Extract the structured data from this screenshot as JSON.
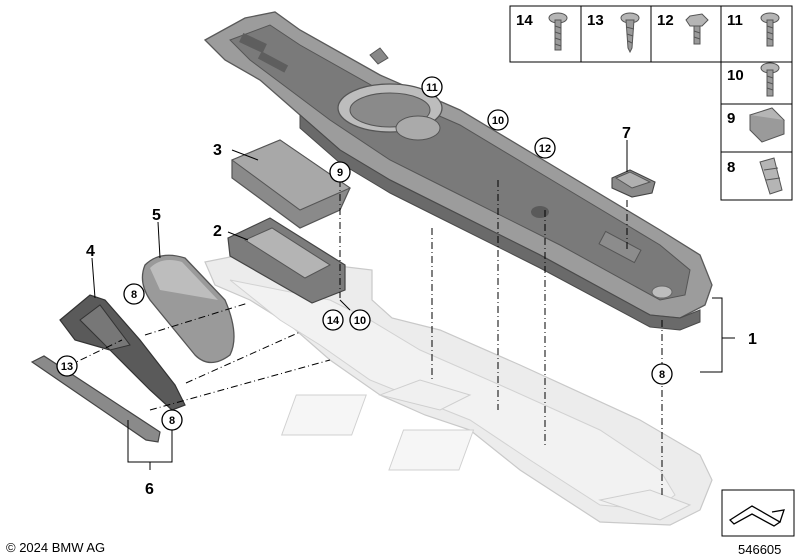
{
  "callouts": [
    "1",
    "2",
    "3",
    "4",
    "5",
    "6",
    "7"
  ],
  "circled_refs": {
    "a": "11",
    "b": "10",
    "c": "12",
    "d": "9",
    "e": "8",
    "f": "14",
    "g": "10",
    "h": "13",
    "i": "8",
    "j": "8"
  },
  "fastener_grid": [
    "14",
    "13",
    "12",
    "11",
    "10",
    "9",
    "8"
  ],
  "footer": {
    "copyright": "© 2024 BMW AG",
    "diagram_number": "546605"
  },
  "colors": {
    "part_dark": "#6e6e6e",
    "part_mid": "#9a9a9a",
    "part_light": "#c8c8c8",
    "ghost": "#e4e4e4",
    "ghost_line": "#c9c9c9"
  }
}
